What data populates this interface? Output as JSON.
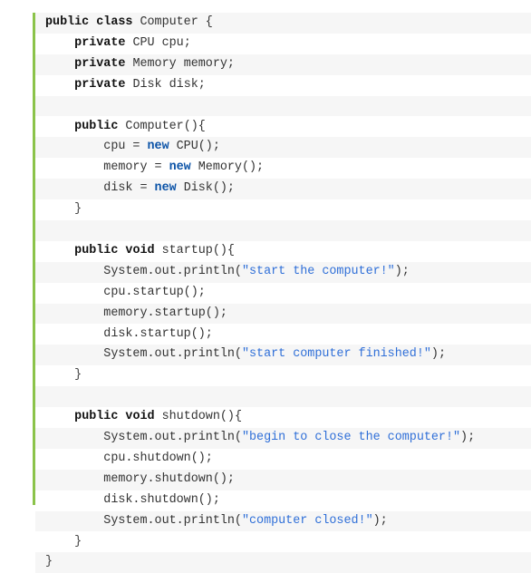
{
  "code": {
    "language": "java",
    "lines": [
      [
        {
          "t": "public class",
          "c": "kw"
        },
        {
          "t": " Computer {",
          "c": ""
        }
      ],
      [
        {
          "t": "    ",
          "c": ""
        },
        {
          "t": "private",
          "c": "kw"
        },
        {
          "t": " CPU cpu;",
          "c": ""
        }
      ],
      [
        {
          "t": "    ",
          "c": ""
        },
        {
          "t": "private",
          "c": "kw"
        },
        {
          "t": " Memory memory;",
          "c": ""
        }
      ],
      [
        {
          "t": "    ",
          "c": ""
        },
        {
          "t": "private",
          "c": "kw"
        },
        {
          "t": " Disk disk;",
          "c": ""
        }
      ],
      [
        {
          "t": "",
          "c": ""
        }
      ],
      [
        {
          "t": "    ",
          "c": ""
        },
        {
          "t": "public",
          "c": "kw"
        },
        {
          "t": " Computer(){",
          "c": ""
        }
      ],
      [
        {
          "t": "        cpu = ",
          "c": ""
        },
        {
          "t": "new",
          "c": "kwnew"
        },
        {
          "t": " CPU();",
          "c": ""
        }
      ],
      [
        {
          "t": "        memory = ",
          "c": ""
        },
        {
          "t": "new",
          "c": "kwnew"
        },
        {
          "t": " Memory();",
          "c": ""
        }
      ],
      [
        {
          "t": "        disk = ",
          "c": ""
        },
        {
          "t": "new",
          "c": "kwnew"
        },
        {
          "t": " Disk();",
          "c": ""
        }
      ],
      [
        {
          "t": "    }",
          "c": "punc"
        }
      ],
      [
        {
          "t": "",
          "c": ""
        }
      ],
      [
        {
          "t": "    ",
          "c": ""
        },
        {
          "t": "public void",
          "c": "kw"
        },
        {
          "t": " startup(){",
          "c": ""
        }
      ],
      [
        {
          "t": "        System.out.println(",
          "c": ""
        },
        {
          "t": "\"start the computer!\"",
          "c": "str"
        },
        {
          "t": ");",
          "c": ""
        }
      ],
      [
        {
          "t": "        cpu.startup();",
          "c": ""
        }
      ],
      [
        {
          "t": "        memory.startup();",
          "c": ""
        }
      ],
      [
        {
          "t": "        disk.startup();",
          "c": ""
        }
      ],
      [
        {
          "t": "        System.out.println(",
          "c": ""
        },
        {
          "t": "\"start computer finished!\"",
          "c": "str"
        },
        {
          "t": ");",
          "c": ""
        }
      ],
      [
        {
          "t": "    }",
          "c": "punc"
        }
      ],
      [
        {
          "t": "",
          "c": ""
        }
      ],
      [
        {
          "t": "    ",
          "c": ""
        },
        {
          "t": "public void",
          "c": "kw"
        },
        {
          "t": " shutdown(){",
          "c": ""
        }
      ],
      [
        {
          "t": "        System.out.println(",
          "c": ""
        },
        {
          "t": "\"begin to close the computer!\"",
          "c": "str"
        },
        {
          "t": ");",
          "c": ""
        }
      ],
      [
        {
          "t": "        cpu.shutdown();",
          "c": ""
        }
      ],
      [
        {
          "t": "        memory.shutdown();",
          "c": ""
        }
      ],
      [
        {
          "t": "        disk.shutdown();",
          "c": ""
        }
      ],
      [
        {
          "t": "        System.out.println(",
          "c": ""
        },
        {
          "t": "\"computer closed!\"",
          "c": "str"
        },
        {
          "t": ");",
          "c": ""
        }
      ],
      [
        {
          "t": "    }",
          "c": "punc"
        }
      ],
      [
        {
          "t": "}",
          "c": "punc"
        }
      ]
    ]
  },
  "colors": {
    "accent_border": "#8bc34a",
    "keyword": "#111111",
    "keyword_new": "#0a52a7",
    "string": "#2f6fd8",
    "text": "#333333",
    "stripe": "#f6f6f6"
  }
}
